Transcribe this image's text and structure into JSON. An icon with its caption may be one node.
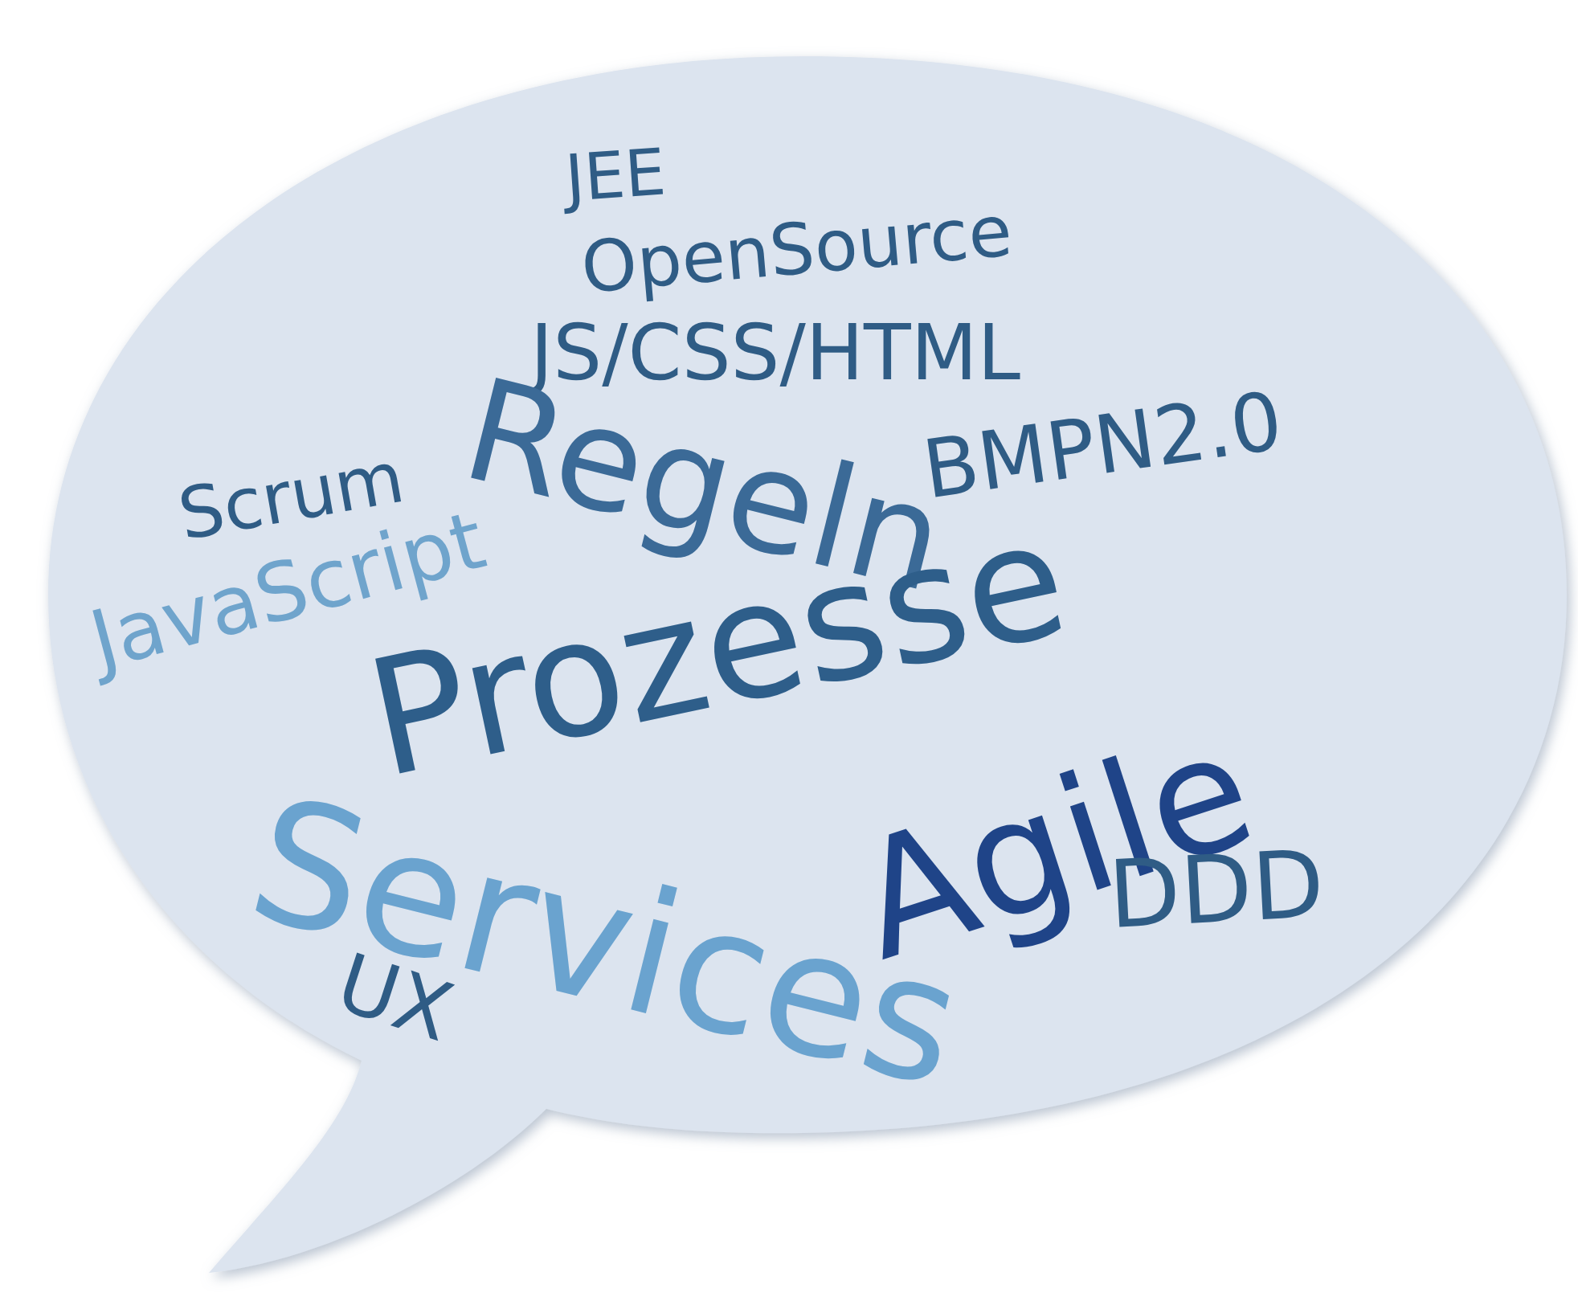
{
  "diagram": {
    "nodes": [
      {
        "text": [
          "JEE",
          "OpenSource",
          "JS/CSS/HTML",
          "Regeln",
          "BMPN2.0",
          "Scrum",
          "JavaScript",
          "Prozesse",
          "Agile",
          "Services",
          "DDD",
          "UX"
        ]
      }
    ]
  }
}
